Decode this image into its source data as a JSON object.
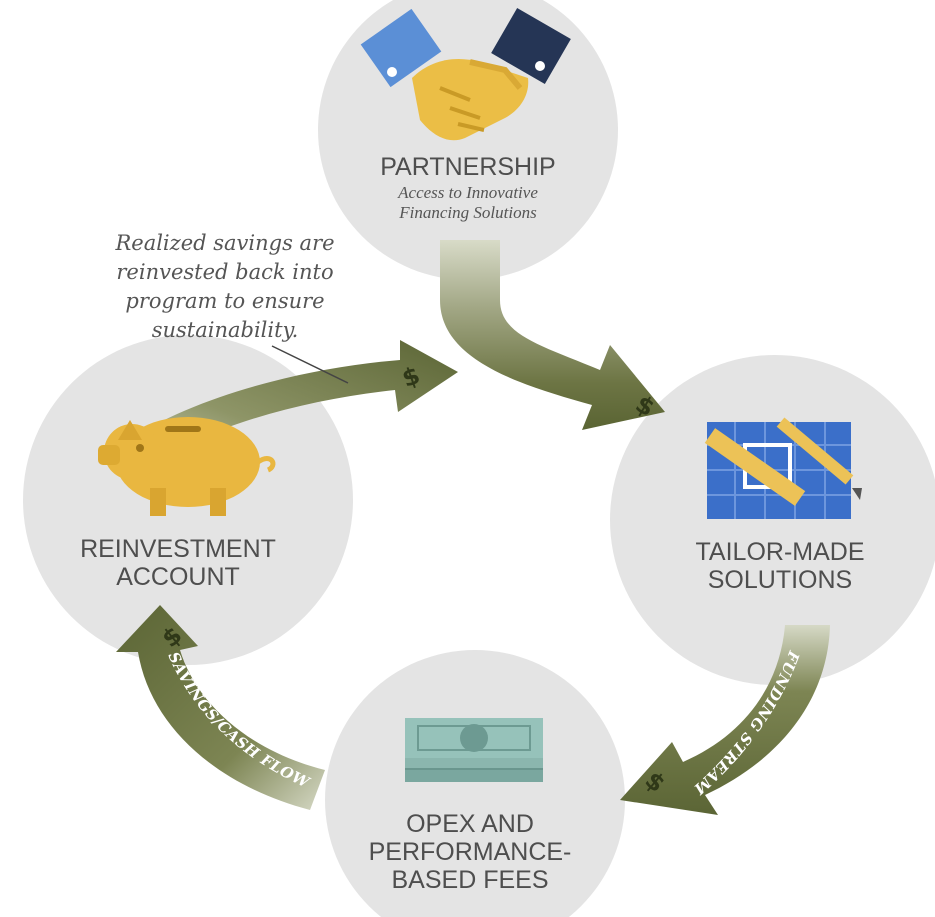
{
  "nodes": {
    "partnership": {
      "title": "PARTNERSHIP",
      "subtitle_line1": "Access to Innovative",
      "subtitle_line2": "Financing Solutions",
      "icon": "handshake-icon"
    },
    "tailor_made": {
      "title_line1": "TAILOR-MADE",
      "title_line2": "SOLUTIONS",
      "icon": "blueprint-ruler-pencil-icon"
    },
    "opex": {
      "title_line1": "OPEX AND",
      "title_line2": "PERFORMANCE-",
      "title_line3": "BASED FEES",
      "icon": "money-stack-icon"
    },
    "reinvestment": {
      "title_line1": "REINVESTMENT",
      "title_line2": "ACCOUNT",
      "icon": "piggy-bank-icon"
    }
  },
  "arcs": {
    "funding_stream": "FUNDING STREAM",
    "savings_cash_flow": "SAVINGS/CASH FLOW",
    "dollar_symbol": "$"
  },
  "note": {
    "line1": "Realized savings are",
    "line2": "reinvested back into",
    "line3": "program to ensure",
    "line4": "sustainability."
  },
  "colors": {
    "circle": "#e4e4e4",
    "arrow_dark": "#5b6535",
    "arrow_light": "#a9ae8e",
    "gold": "#e9b740",
    "blueprint": "#3b6fc9"
  }
}
